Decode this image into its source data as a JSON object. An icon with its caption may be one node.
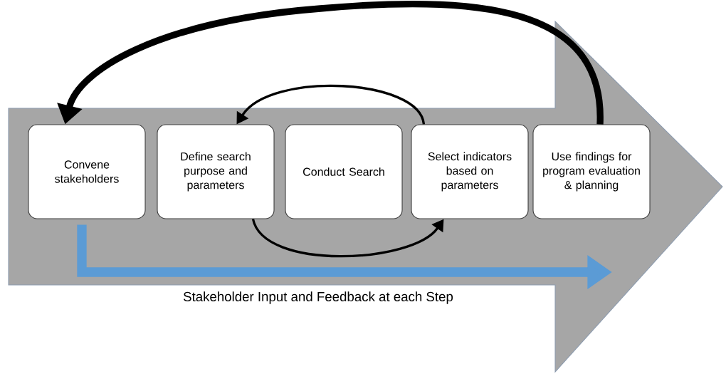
{
  "diagram": {
    "nodes": [
      {
        "text": [
          "Convene stakeholders"
        ]
      },
      {
        "text": [
          "Define search purpose and parameters"
        ]
      },
      {
        "text": [
          "Conduct Search"
        ]
      },
      {
        "text": [
          "Select indicators based on parameters"
        ]
      },
      {
        "text": [
          "Use findings for program evaluation & planning"
        ]
      }
    ],
    "edges": [
      {
        "from": 4,
        "to": 0,
        "arrow": "to",
        "style": "thick"
      },
      {
        "from": 3,
        "to": 1,
        "arrow": "to"
      },
      {
        "from": 1,
        "to": 3,
        "arrow": "to"
      },
      {
        "from": 0,
        "to": null,
        "arrow": "to",
        "style": "thick",
        "color": "#5b9bd5"
      }
    ],
    "labels": [
      "Stakeholder Input and Feedback at each Step"
    ]
  }
}
